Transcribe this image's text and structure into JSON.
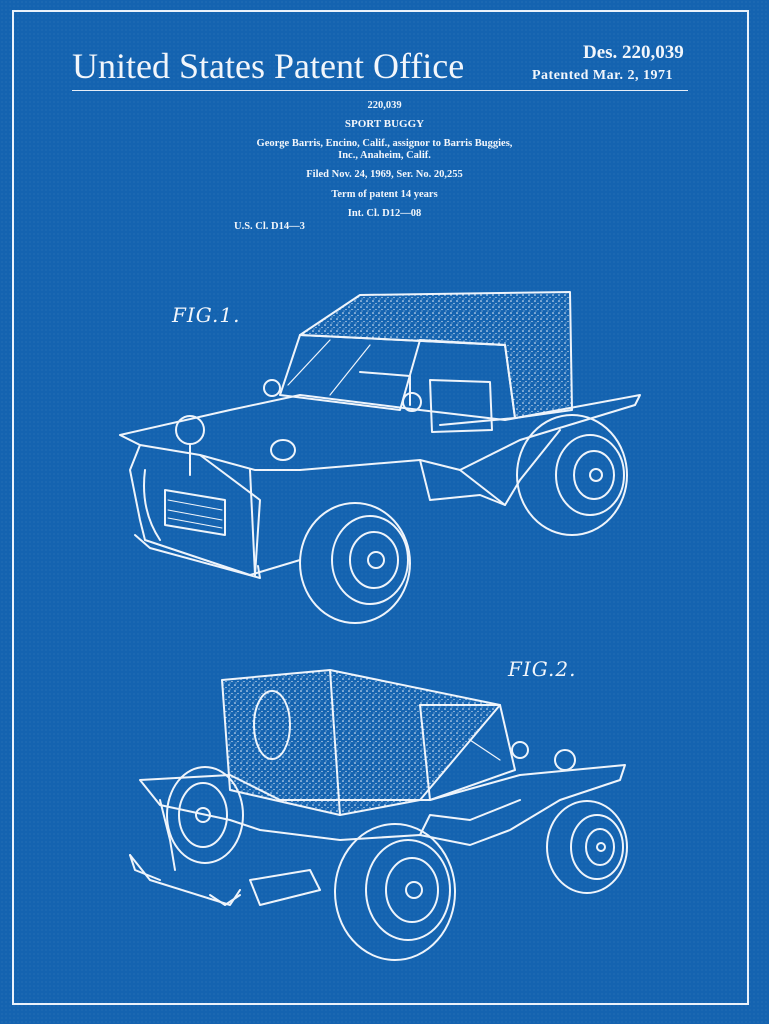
{
  "header": {
    "office": "United States Patent Office",
    "design_number": "Des. 220,039",
    "patented": "Patented Mar. 2, 1971"
  },
  "patent": {
    "number": "220,039",
    "title": "SPORT BUGGY",
    "inventor_line1": "George Barris, Encino, Calif., assignor to Barris Buggies,",
    "inventor_line2": "Inc., Anaheim, Calif.",
    "filed": "Filed Nov. 24, 1969, Ser. No. 20,255",
    "term": "Term of patent 14 years",
    "int_cl": "Int. Cl. D12—08",
    "us_cl": "U.S. Cl. D14—3"
  },
  "figures": {
    "fig1": "FIG.1.",
    "fig2": "FIG.2."
  },
  "colors": {
    "background": "#1463b0",
    "ink": "#f2f6fb"
  }
}
